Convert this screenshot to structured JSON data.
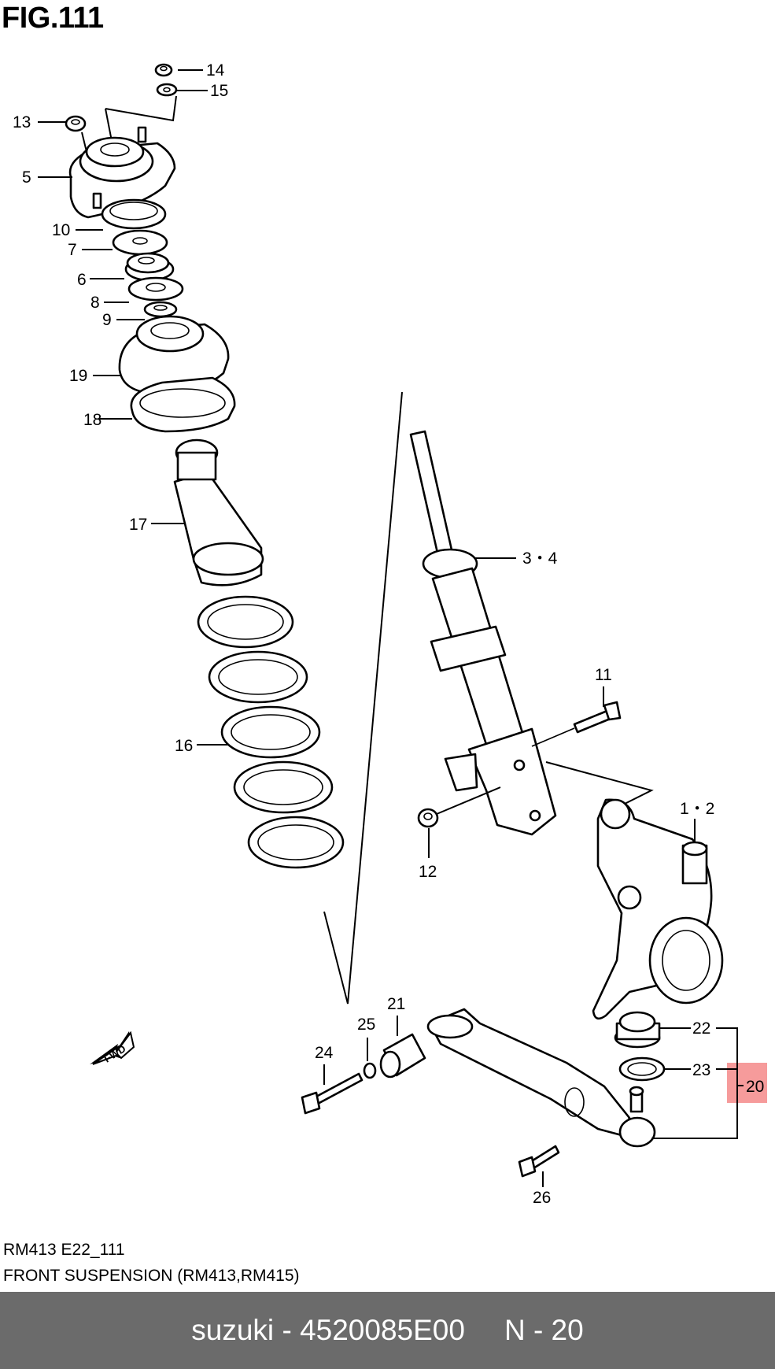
{
  "figure": {
    "title": "FIG.111"
  },
  "callouts": {
    "c14": "14",
    "c15": "15",
    "c13": "13",
    "c5": "5",
    "c10": "10",
    "c7": "7",
    "c6": "6",
    "c8": "8",
    "c9": "9",
    "c19": "19",
    "c18": "18",
    "c17": "17",
    "c16": "16",
    "c34": "3・4",
    "c11": "11",
    "c12": "12",
    "c12b": "1・2",
    "c21": "21",
    "c25": "25",
    "c24": "24",
    "c22": "22",
    "c23": "23",
    "c20": "20",
    "c26": "26"
  },
  "icons": {
    "fwd_arrow": "fwd-arrow-icon",
    "fwd_text": "FWD"
  },
  "info": {
    "model_code": "RM413 E22_111",
    "section": "FRONT SUSPENSION (RM413,RM415)"
  },
  "footer": {
    "brand": "suzuki",
    "separator": " - ",
    "part_number": "4520085E00",
    "page": "N - 20"
  },
  "colors": {
    "highlight": "#f58a8a",
    "footer_bg": "#6b6b6b",
    "footer_text": "#ffffff"
  }
}
